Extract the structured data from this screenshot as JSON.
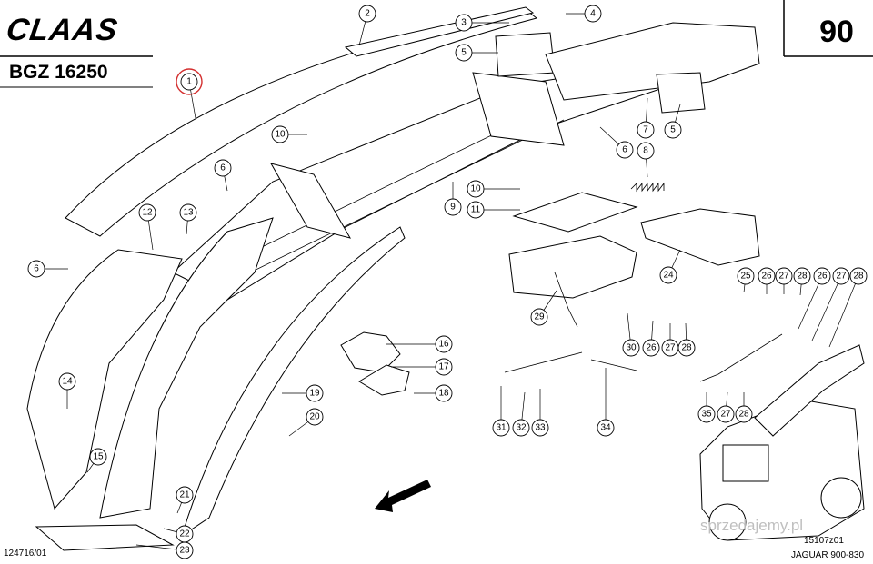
{
  "header": {
    "brand": "CLAAS",
    "model_code": "BGZ 16250",
    "page_number": "90"
  },
  "footer": {
    "drawing_number": "124716/01",
    "reference_code": "15107z01",
    "machine_label": "JAGUAR 900-830",
    "watermark": "sprzedajemy.pl"
  },
  "highlighted_callout": "1",
  "callouts": [
    {
      "id": "c1",
      "label": "1"
    },
    {
      "id": "c2",
      "label": "2"
    },
    {
      "id": "c3",
      "label": "3"
    },
    {
      "id": "c4",
      "label": "4"
    },
    {
      "id": "c5a",
      "label": "5"
    },
    {
      "id": "c5b",
      "label": "5"
    },
    {
      "id": "c6a",
      "label": "6"
    },
    {
      "id": "c6b",
      "label": "6"
    },
    {
      "id": "c6c",
      "label": "6"
    },
    {
      "id": "c7",
      "label": "7"
    },
    {
      "id": "c8",
      "label": "8"
    },
    {
      "id": "c9",
      "label": "9"
    },
    {
      "id": "c10a",
      "label": "10"
    },
    {
      "id": "c10b",
      "label": "10"
    },
    {
      "id": "c11",
      "label": "11"
    },
    {
      "id": "c12",
      "label": "12"
    },
    {
      "id": "c13",
      "label": "13"
    },
    {
      "id": "c14",
      "label": "14"
    },
    {
      "id": "c15",
      "label": "15"
    },
    {
      "id": "c16",
      "label": "16"
    },
    {
      "id": "c17",
      "label": "17"
    },
    {
      "id": "c18",
      "label": "18"
    },
    {
      "id": "c19",
      "label": "19"
    },
    {
      "id": "c20",
      "label": "20"
    },
    {
      "id": "c21",
      "label": "21"
    },
    {
      "id": "c22",
      "label": "22"
    },
    {
      "id": "c23",
      "label": "23"
    },
    {
      "id": "c24",
      "label": "24"
    },
    {
      "id": "c25",
      "label": "25"
    },
    {
      "id": "c26a",
      "label": "26"
    },
    {
      "id": "c27a",
      "label": "27"
    },
    {
      "id": "c28a",
      "label": "28"
    },
    {
      "id": "c26b",
      "label": "26"
    },
    {
      "id": "c27b",
      "label": "27"
    },
    {
      "id": "c28b",
      "label": "28"
    },
    {
      "id": "c29",
      "label": "29"
    },
    {
      "id": "c30",
      "label": "30"
    },
    {
      "id": "c26c",
      "label": "26"
    },
    {
      "id": "c27c",
      "label": "27"
    },
    {
      "id": "c28c",
      "label": "28"
    },
    {
      "id": "c31",
      "label": "31"
    },
    {
      "id": "c32",
      "label": "32"
    },
    {
      "id": "c33",
      "label": "33"
    },
    {
      "id": "c34",
      "label": "34"
    },
    {
      "id": "c35",
      "label": "35"
    },
    {
      "id": "c27d",
      "label": "27"
    },
    {
      "id": "c28d",
      "label": "28"
    }
  ]
}
